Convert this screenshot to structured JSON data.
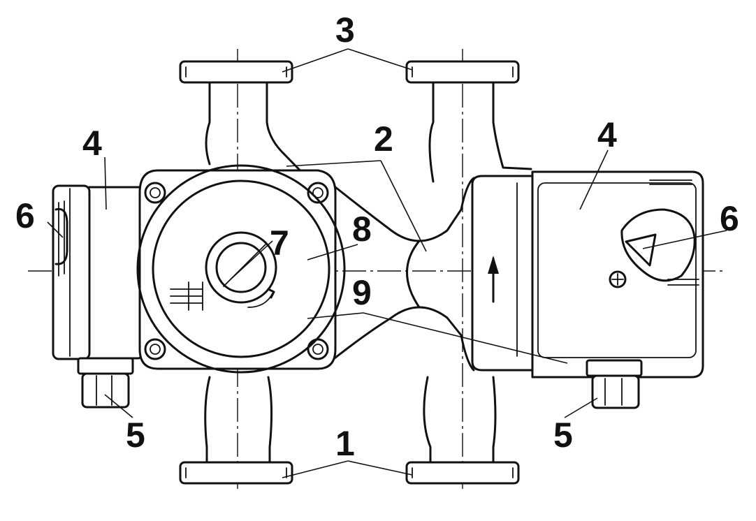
{
  "diagram": {
    "callouts": [
      {
        "id": "c1",
        "text": "1"
      },
      {
        "id": "c2",
        "text": "2"
      },
      {
        "id": "c3",
        "text": "3"
      },
      {
        "id": "c4-left",
        "text": "4"
      },
      {
        "id": "c4-right",
        "text": "4"
      },
      {
        "id": "c5-left",
        "text": "5"
      },
      {
        "id": "c5-right",
        "text": "5"
      },
      {
        "id": "c6-left",
        "text": "6"
      },
      {
        "id": "c6-right",
        "text": "6"
      },
      {
        "id": "c7",
        "text": "7"
      },
      {
        "id": "c8",
        "text": "8"
      },
      {
        "id": "c9",
        "text": "9"
      }
    ]
  }
}
